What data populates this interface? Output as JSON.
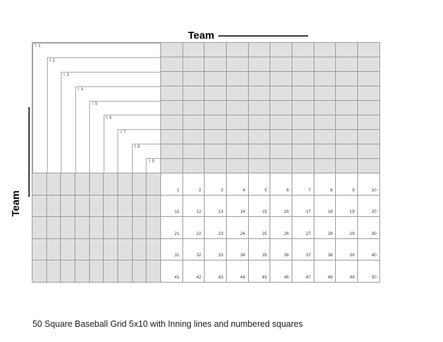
{
  "page": {
    "title_label": "Team",
    "side_label": "Team",
    "caption": "50 Square Baseball Grid 5x10 with Inning lines and numbered squares"
  },
  "grid": {
    "total_columns": 19,
    "total_rows": 14,
    "inning_columns": 9,
    "inning_rows": 9,
    "number_columns": 10,
    "number_rows": 5,
    "shaded_color": "#e0e0e0",
    "line_color": "#9a9a9a",
    "cell_background": "#ffffff",
    "innings": [
      {
        "label": "I 1"
      },
      {
        "label": "I 2"
      },
      {
        "label": "I 3"
      },
      {
        "label": "I 4"
      },
      {
        "label": "I 5"
      },
      {
        "label": "I 6"
      },
      {
        "label": "I 7"
      },
      {
        "label": "I 8"
      },
      {
        "label": "I 9"
      }
    ],
    "numbers": [
      [
        1,
        2,
        3,
        4,
        5,
        6,
        7,
        8,
        9,
        10
      ],
      [
        11,
        12,
        13,
        14,
        15,
        16,
        17,
        18,
        19,
        20
      ],
      [
        21,
        22,
        23,
        24,
        25,
        26,
        27,
        28,
        29,
        30
      ],
      [
        31,
        32,
        33,
        34,
        35,
        36,
        37,
        38,
        39,
        40
      ],
      [
        41,
        42,
        43,
        44,
        45,
        46,
        47,
        48,
        49,
        50
      ]
    ]
  }
}
